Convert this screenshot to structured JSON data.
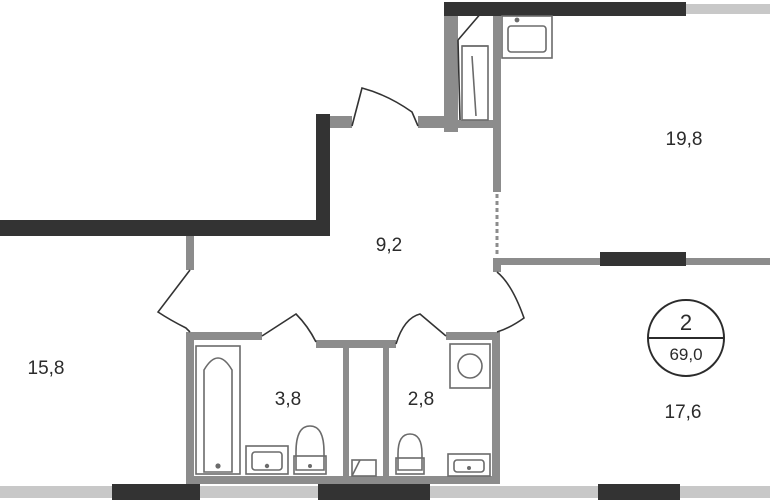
{
  "rooms": {
    "living_east": {
      "area": "19,8"
    },
    "hall": {
      "area": "9,2"
    },
    "bedroom_west": {
      "area": "15,8"
    },
    "bathroom": {
      "area": "3,8"
    },
    "wc": {
      "area": "2,8"
    },
    "bedroom_east": {
      "area": "17,6"
    }
  },
  "badge": {
    "rooms": "2",
    "total_area": "69,0"
  },
  "colors": {
    "wall": "#333333",
    "partition": "#8c8c8c",
    "window": "#c8c8c8",
    "fixture": "#6b6b6b",
    "text": "#2b2b2b"
  }
}
